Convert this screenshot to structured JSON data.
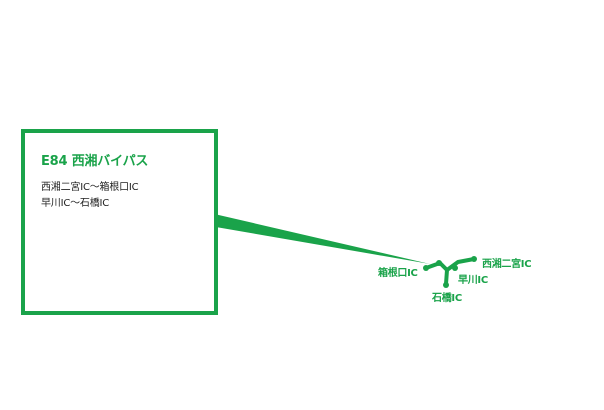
{
  "route": {
    "title": "E84 西湘バイパス",
    "sections": [
      "西湘二宮IC〜箱根口IC",
      "早川IC〜石橋IC"
    ]
  },
  "interchanges": [
    {
      "id": "hakoneguchi",
      "label": "箱根口IC"
    },
    {
      "id": "nishonomiya",
      "label": "西湘二宮IC"
    },
    {
      "id": "hayakawa",
      "label": "早川IC"
    },
    {
      "id": "ishibashi",
      "label": "石橋IC"
    }
  ],
  "colors": {
    "route": "#1aa34a",
    "text": "#222222",
    "background": "#ffffff"
  }
}
